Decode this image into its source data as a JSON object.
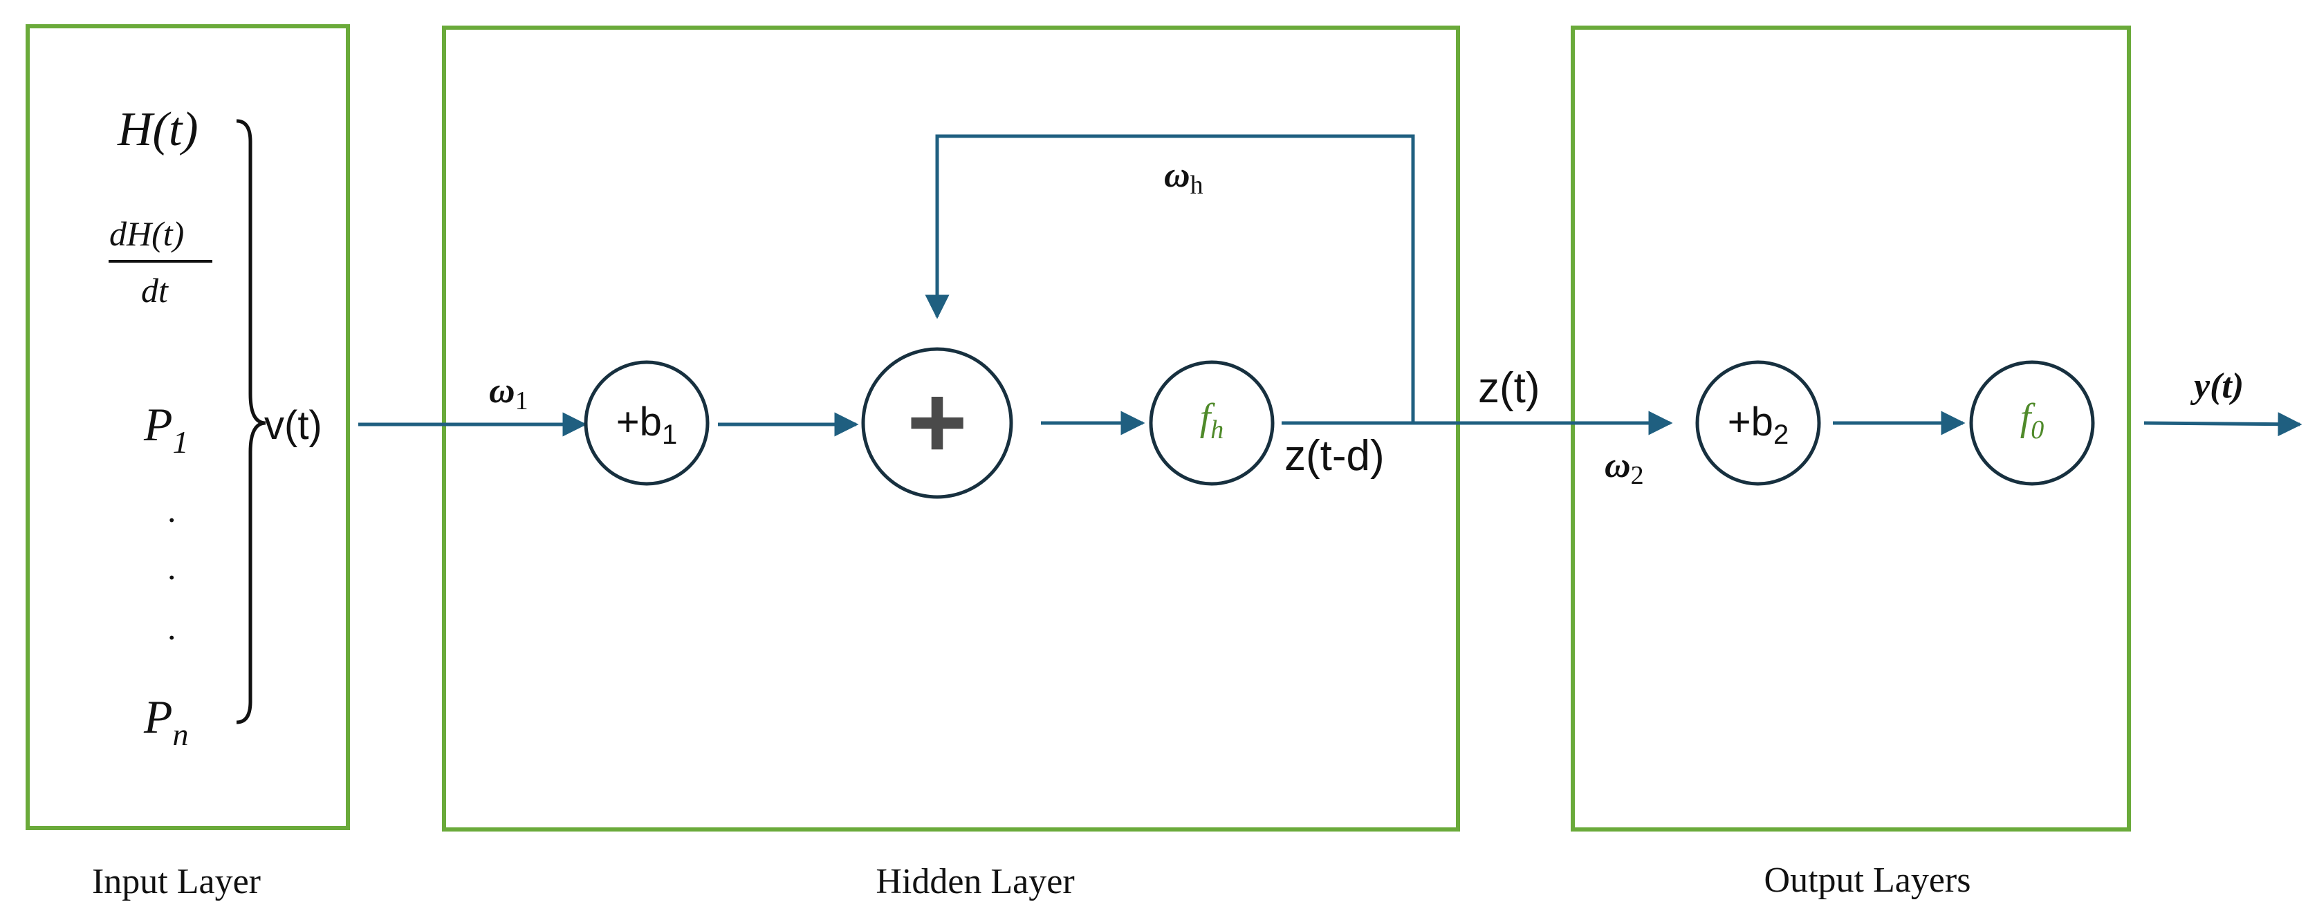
{
  "colors": {
    "box_border": "#6aaa3a",
    "arrow": "#1f5f80",
    "node_border": "#17303f",
    "activation_text": "#4f8a2a",
    "text": "#111111",
    "plus_sign": "#4a4a4a"
  },
  "inputs": {
    "h": "H(t)",
    "dh_num": "dH(t)",
    "dh_den": "dt",
    "p1_base": "P",
    "p1_sub": "1",
    "dot1": ".",
    "dot2": ".",
    "dot3": ".",
    "pn_base": "P",
    "pn_sub": "n",
    "vector_label": "v(t)"
  },
  "weights": {
    "w1_base": "ω",
    "w1_sub": "1",
    "wh_base": "ω",
    "wh_sub": "h",
    "w2_base": "ω",
    "w2_sub": "2"
  },
  "nodes": {
    "bias1_base": "+b",
    "bias1_sub": "1",
    "sum_symbol": "+",
    "fh_base": "f",
    "fh_sub": "h",
    "bias2_base": "+b",
    "bias2_sub": "2",
    "fo_base": "f",
    "fo_sub": "0"
  },
  "signals": {
    "z_t": "z(t)",
    "z_t_d": "z(t-d)",
    "y_t": "y(t)"
  },
  "layers": {
    "input": "Input Layer",
    "hidden": "Hidden Layer",
    "output": "Output Layers"
  }
}
